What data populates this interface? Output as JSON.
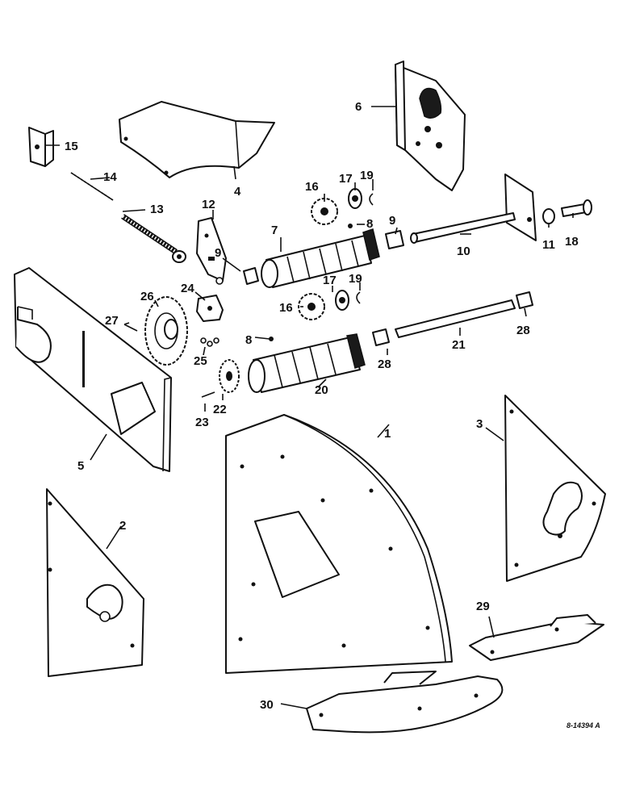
{
  "labels": {
    "l1": "1",
    "l2": "2",
    "l3": "3",
    "l4": "4",
    "l5": "5",
    "l6": "6",
    "l7": "7",
    "l8a": "8",
    "l8b": "8",
    "l9a": "9",
    "l9b": "9",
    "l10": "10",
    "l11": "11",
    "l12": "12",
    "l13": "13",
    "l14": "14",
    "l15": "15",
    "l16a": "16",
    "l16b": "16",
    "l17a": "17",
    "l17b": "17",
    "l18": "18",
    "l19a": "19",
    "l19b": "19",
    "l20": "20",
    "l21": "21",
    "l22": "22",
    "l23": "23",
    "l24": "24",
    "l25": "25",
    "l26": "26",
    "l27": "27",
    "l28a": "28",
    "l28b": "28",
    "l29": "29",
    "l30": "30"
  },
  "drawing_code": "8-14394 A"
}
